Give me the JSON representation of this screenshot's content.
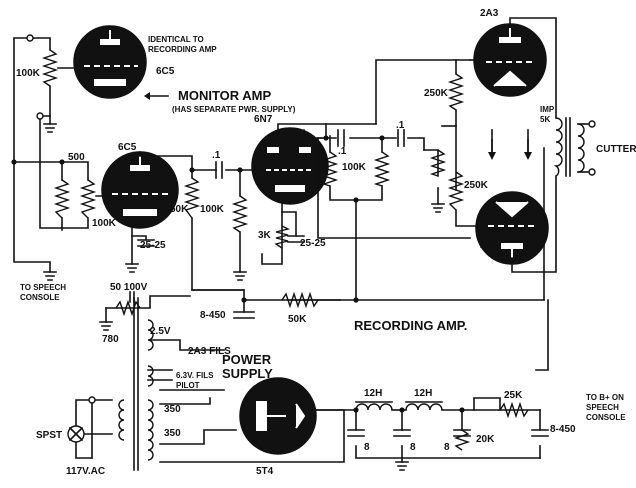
{
  "tubes": {
    "monitor_tube": "6C5",
    "input_tube": "6C5",
    "driver_tube": "6N7",
    "output_tube_top": "2A3",
    "output_tube_bottom": "2A3",
    "rectifier_tube": "5T4"
  },
  "notes": {
    "identical_line1": "IDENTICAL TO",
    "identical_line2": "RECORDING AMP",
    "monitor_amp": "MONITOR AMP",
    "separate_supply": "(HAS SEPARATE PWR. SUPPLY)",
    "recording_amp": "RECORDING AMP.",
    "power_line1": "POWER",
    "power_line2": "SUPPLY",
    "to_speech_line1": "TO SPEECH",
    "to_speech_line2": "CONSOLE",
    "to_b_line1": "TO B+ ON",
    "to_b_line2": "SPEECH",
    "to_b_line3": "CONSOLE",
    "cutter": "CUTTER",
    "imp_line1": "IMP",
    "imp_line2": "5K"
  },
  "components": {
    "pot_monitor": "100K",
    "pot_500": "500",
    "r_input_grid": "100K",
    "r_plate_50k": "50K",
    "cap_cathode_1": "25-25",
    "cap_coupling_1": ".1",
    "r_grid_6n7": "100K",
    "r_cathode_6n7": "3K",
    "cap_cathode_2": "25-25",
    "cap_6n7_plate": ".1",
    "r_6n7_plate": "100K",
    "cap_2a3_coupling": ".1",
    "r_250k_top": "250K",
    "r_250k_bottom": "250K",
    "r_decoupling": "50K",
    "cap_filter_main": "8-450",
    "cap_hum": "50 100V",
    "r_hum": "780",
    "v_fil_25": "2.5V",
    "fil_2a3": "2A3 FILS",
    "fil_63": "6.3V. FILS",
    "pilot": "PILOT",
    "hv_350_top": "350",
    "hv_350_bottom": "350",
    "switch": "SPST",
    "mains": "117V.AC",
    "choke_1": "12H",
    "choke_2": "12H",
    "cap_8_a": "8",
    "cap_8_b": "8",
    "cap_8_c": "8",
    "r_bleeder": "20K",
    "r_25k": "25K",
    "cap_8_450_out": "8-450"
  }
}
